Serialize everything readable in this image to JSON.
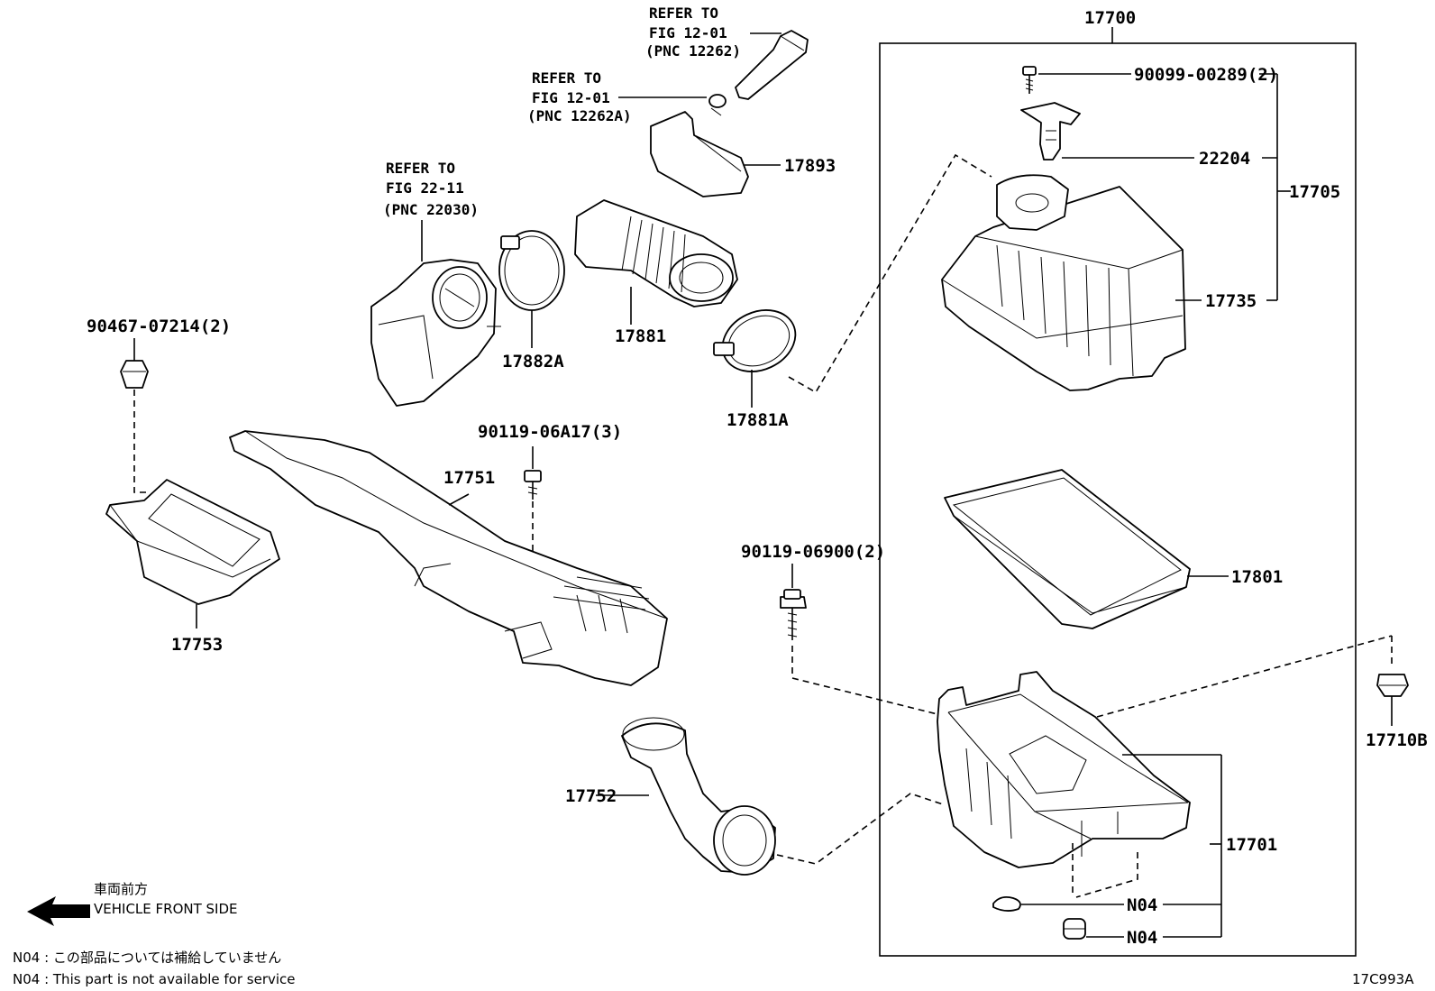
{
  "diagram": {
    "figure_code": "17C993A",
    "assembly_number": "17700",
    "labels": {
      "p17700": "17700",
      "p17705": "17705",
      "p90099": "90099-00289(2)",
      "p22204": "22204",
      "p17735": "17735",
      "p17801": "17801",
      "p17701": "17701",
      "p17710b": "17710B",
      "pN04a": "N04",
      "pN04b": "N04",
      "p17893": "17893",
      "p17881": "17881",
      "p17881a": "17881A",
      "p17882a": "17882A",
      "p90467": "90467-07214(2)",
      "p90119a": "90119-06A17(3)",
      "p17751": "17751",
      "p17753": "17753",
      "p90119b": "90119-06900(2)",
      "p17752": "17752"
    },
    "references": {
      "ref1": [
        "REFER TO",
        "FIG 12-01",
        "(PNC 12262)"
      ],
      "ref2": [
        "REFER TO",
        "FIG 12-01",
        "(PNC 12262A)"
      ],
      "ref3": [
        "REFER TO",
        "FIG 22-11",
        "(PNC 22030)"
      ]
    },
    "direction": {
      "japanese": "車両前方",
      "english": "VEHICLE FRONT SIDE"
    },
    "notes": [
      "N04 : この部品については補給していません",
      "N04 : This part is not available for service"
    ]
  }
}
